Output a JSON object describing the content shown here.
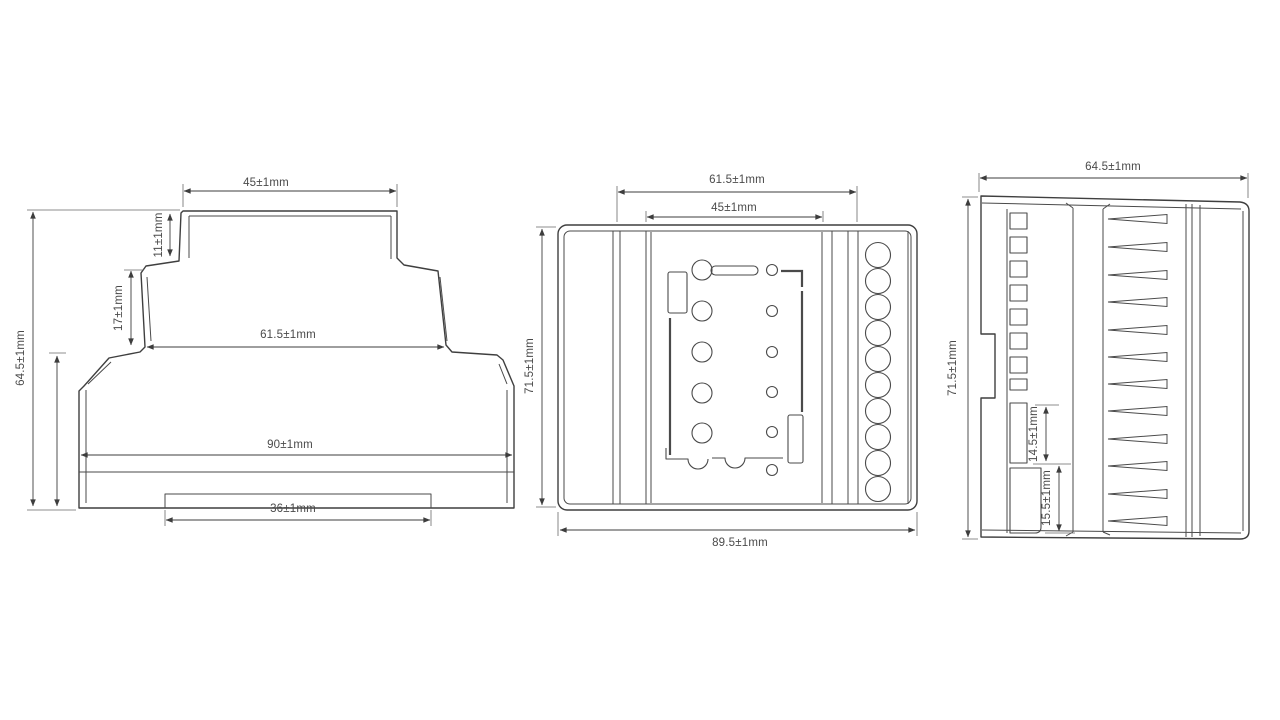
{
  "drawing": {
    "kind": "dimensional technical drawing",
    "views": [
      "side profile",
      "front face",
      "end face"
    ]
  },
  "colors": {
    "background": "#ffffff",
    "line": "#3f3f3f",
    "dimension_line": "#3d3d3d",
    "label_text": "#4a4a4a"
  },
  "dims": {
    "side": {
      "top_width": "45±1mm",
      "step1_height": "11±1mm",
      "step2_height": "17±1mm",
      "mid_width": "61.5±1mm",
      "body_width": "90±1mm",
      "rail_width": "36±1mm",
      "overall_height": "64.5±1mm"
    },
    "front": {
      "outer_width": "61.5±1mm",
      "inner_width": "45±1mm",
      "height": "71.5±1mm",
      "overall_width": "89.5±1mm"
    },
    "end": {
      "overall_width": "64.5±1mm",
      "height": "71.5±1mm",
      "terminal_section": "14.5±1mm",
      "clip_section": "15.5±1mm"
    }
  }
}
